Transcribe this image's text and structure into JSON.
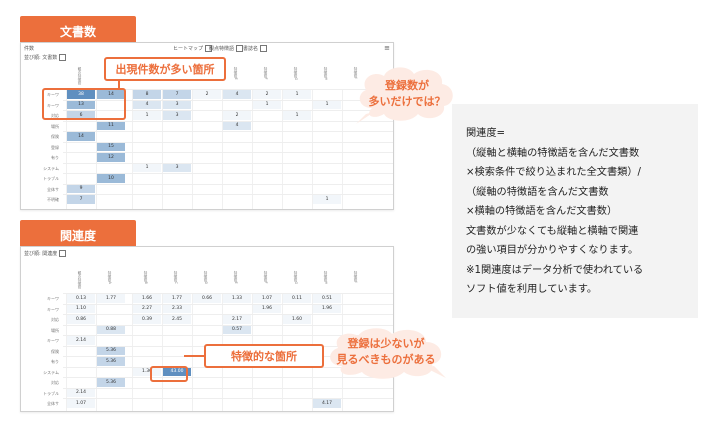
{
  "section_top": {
    "tab_label": "文書数"
  },
  "section_bottom": {
    "tab_label": "関連度"
  },
  "panel_top": {
    "title": "件数",
    "chart_type_label": "ヒートマップ",
    "axis_x_label": "観点特徴語",
    "axis_y_label": "書誌名",
    "sort_label": "並び順:",
    "sort_value": "文書数",
    "menu_icon": "hamburger-icon",
    "row_labels": [
      "キーワ",
      "キーワ",
      "対応",
      "場所",
      "保険",
      "登録",
      "有り",
      "システム",
      "トラブル",
      "全体サ",
      "不明確"
    ],
    "col_headers": [
      "観点特徴語",
      "特徴語A",
      "特徴語B",
      "特徴語C",
      "特徴語D",
      "特徴語E",
      "特徴語F",
      "特徴語G",
      "特徴語H",
      "特徴語I"
    ],
    "cells": [
      {
        "r": 0,
        "c": 0,
        "v": "38",
        "level": 4
      },
      {
        "r": 0,
        "c": 1,
        "v": "14",
        "level": 3
      },
      {
        "r": 0,
        "c": 2,
        "v": "8",
        "level": 2
      },
      {
        "r": 0,
        "c": 3,
        "v": "7",
        "level": 2
      },
      {
        "r": 0,
        "c": 4,
        "v": "2",
        "level": 0
      },
      {
        "r": 0,
        "c": 5,
        "v": "4",
        "level": 1
      },
      {
        "r": 0,
        "c": 6,
        "v": "2",
        "level": 0
      },
      {
        "r": 0,
        "c": 7,
        "v": "1",
        "level": 0
      },
      {
        "r": 1,
        "c": 0,
        "v": "13",
        "level": 3
      },
      {
        "r": 1,
        "c": 2,
        "v": "4",
        "level": 1
      },
      {
        "r": 1,
        "c": 3,
        "v": "3",
        "level": 1
      },
      {
        "r": 1,
        "c": 6,
        "v": "1",
        "level": 0
      },
      {
        "r": 1,
        "c": 8,
        "v": "1",
        "level": 0
      },
      {
        "r": 2,
        "c": 0,
        "v": "6",
        "level": 2
      },
      {
        "r": 2,
        "c": 2,
        "v": "1",
        "level": 0
      },
      {
        "r": 2,
        "c": 3,
        "v": "3",
        "level": 1
      },
      {
        "r": 2,
        "c": 5,
        "v": "2",
        "level": 0
      },
      {
        "r": 2,
        "c": 7,
        "v": "1",
        "level": 0
      },
      {
        "r": 3,
        "c": 1,
        "v": "11",
        "level": 3
      },
      {
        "r": 3,
        "c": 5,
        "v": "4",
        "level": 1
      },
      {
        "r": 4,
        "c": 0,
        "v": "14",
        "level": 3
      },
      {
        "r": 5,
        "c": 1,
        "v": "15",
        "level": 3
      },
      {
        "r": 6,
        "c": 1,
        "v": "12",
        "level": 3
      },
      {
        "r": 7,
        "c": 2,
        "v": "1",
        "level": 0
      },
      {
        "r": 7,
        "c": 3,
        "v": "3",
        "level": 1
      },
      {
        "r": 8,
        "c": 1,
        "v": "10",
        "level": 3
      },
      {
        "r": 9,
        "c": 0,
        "v": "9",
        "level": 2
      },
      {
        "r": 10,
        "c": 0,
        "v": "7",
        "level": 2
      },
      {
        "r": 10,
        "c": 8,
        "v": "1",
        "level": 0
      }
    ]
  },
  "panel_bottom": {
    "sort_label": "並び順:",
    "sort_value": "関連度",
    "row_labels": [
      "キーワ",
      "キーワ",
      "対応",
      "場所",
      "キーワ",
      "保険",
      "有り",
      "システム",
      "対応",
      "トラブル",
      "全体サ"
    ],
    "col_headers": [
      "観点特徴語",
      "特徴語A",
      "特徴語B",
      "特徴語C",
      "特徴語D",
      "特徴語E",
      "特徴語F",
      "特徴語G",
      "特徴語H",
      "特徴語I"
    ],
    "cells": [
      {
        "r": 0,
        "c": 0,
        "v": "0.13",
        "level": 0
      },
      {
        "r": 0,
        "c": 1,
        "v": "1.77",
        "level": 0
      },
      {
        "r": 0,
        "c": 2,
        "v": "1.66",
        "level": 0
      },
      {
        "r": 0,
        "c": 3,
        "v": "1.77",
        "level": 0
      },
      {
        "r": 0,
        "c": 4,
        "v": "0.66",
        "level": 0
      },
      {
        "r": 0,
        "c": 5,
        "v": "1.33",
        "level": 0
      },
      {
        "r": 0,
        "c": 6,
        "v": "1.07",
        "level": 0
      },
      {
        "r": 0,
        "c": 7,
        "v": "0.11",
        "level": 0
      },
      {
        "r": 0,
        "c": 8,
        "v": "0.51",
        "level": 0
      },
      {
        "r": 1,
        "c": 0,
        "v": "1.10",
        "level": 0
      },
      {
        "r": 1,
        "c": 2,
        "v": "2.27",
        "level": 0
      },
      {
        "r": 1,
        "c": 3,
        "v": "2.33",
        "level": 0
      },
      {
        "r": 1,
        "c": 6,
        "v": "1.96",
        "level": 0
      },
      {
        "r": 1,
        "c": 8,
        "v": "1.96",
        "level": 0
      },
      {
        "r": 2,
        "c": 0,
        "v": "0.86",
        "level": 0
      },
      {
        "r": 2,
        "c": 2,
        "v": "0.39",
        "level": 0
      },
      {
        "r": 2,
        "c": 3,
        "v": "2.45",
        "level": 0
      },
      {
        "r": 2,
        "c": 5,
        "v": "2.17",
        "level": 0
      },
      {
        "r": 2,
        "c": 7,
        "v": "1.60",
        "level": 0
      },
      {
        "r": 3,
        "c": 1,
        "v": "0.88",
        "level": 1
      },
      {
        "r": 3,
        "c": 5,
        "v": "0.57",
        "level": 1
      },
      {
        "r": 4,
        "c": 0,
        "v": "2.14",
        "level": 0
      },
      {
        "r": 5,
        "c": 1,
        "v": "5.36",
        "level": 2
      },
      {
        "r": 6,
        "c": 1,
        "v": "5.36",
        "level": 2
      },
      {
        "r": 7,
        "c": 2,
        "v": "1.36",
        "level": 0
      },
      {
        "r": 7,
        "c": 3,
        "v": "43.00",
        "level": 4
      },
      {
        "r": 8,
        "c": 1,
        "v": "5.36",
        "level": 2
      },
      {
        "r": 9,
        "c": 0,
        "v": "2.14",
        "level": 0
      },
      {
        "r": 10,
        "c": 0,
        "v": "1.07",
        "level": 0
      },
      {
        "r": 10,
        "c": 8,
        "v": "4.17",
        "level": 1
      }
    ]
  },
  "callout_top": {
    "label": "出現件数が多い箇所"
  },
  "callout_bottom": {
    "label": "特徴的な箇所"
  },
  "bubble_top": {
    "line1": "登録数が",
    "line2": "多いだけでは？"
  },
  "bubble_bottom": {
    "line1": "登録は少ないが",
    "line2": "見るべきものがある"
  },
  "info": {
    "lines": [
      "関連度=",
      "（縦軸と横軸の特徴語を含んだ文書数",
      "×検索条件で絞り込まれた全文書類）/",
      "（縦軸の特徴語を含んだ文書数",
      "×横軸の特徴語を含んだ文書数）",
      "文書数が少なくても縦軸と横軸で関連",
      "の強い項目が分かりやすくなります。",
      "※1関連度はデータ分析で使われている",
      "ソフト値を利用しています。"
    ]
  },
  "colors": {
    "accent": "#ec6f3c",
    "heat": [
      "#f2f6fa",
      "#dbe6f1",
      "#c3d5e8",
      "#9bbad8",
      "#5f8fc0"
    ]
  }
}
